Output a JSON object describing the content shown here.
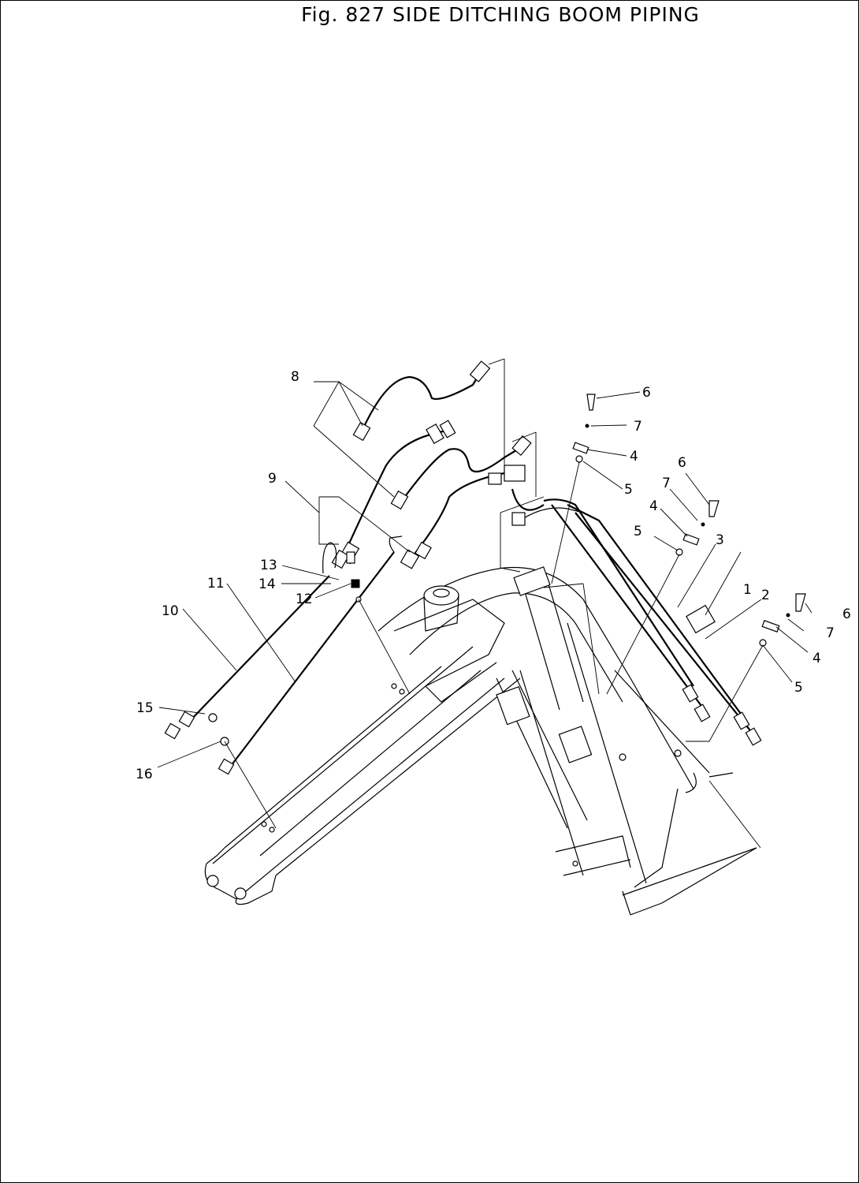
{
  "title": "Fig. 827   SIDE DITCHING BOOM PIPING",
  "callouts": [
    {
      "id": "8",
      "text": "8"
    },
    {
      "id": "9",
      "text": "9"
    },
    {
      "id": "13",
      "text": "13"
    },
    {
      "id": "11",
      "text": "11"
    },
    {
      "id": "14",
      "text": "14"
    },
    {
      "id": "10",
      "text": "10"
    },
    {
      "id": "12",
      "text": "12"
    },
    {
      "id": "15",
      "text": "15"
    },
    {
      "id": "16",
      "text": "16"
    },
    {
      "id": "6a",
      "text": "6"
    },
    {
      "id": "7a",
      "text": "7"
    },
    {
      "id": "4a",
      "text": "4"
    },
    {
      "id": "5a",
      "text": "5"
    },
    {
      "id": "6b",
      "text": "6"
    },
    {
      "id": "7b",
      "text": "7"
    },
    {
      "id": "4b",
      "text": "4"
    },
    {
      "id": "5b",
      "text": "5"
    },
    {
      "id": "3",
      "text": "3"
    },
    {
      "id": "1",
      "text": "1"
    },
    {
      "id": "2",
      "text": "2"
    },
    {
      "id": "6c",
      "text": "6"
    },
    {
      "id": "7c",
      "text": "7"
    },
    {
      "id": "4c",
      "text": "4"
    },
    {
      "id": "5c",
      "text": "5"
    }
  ]
}
